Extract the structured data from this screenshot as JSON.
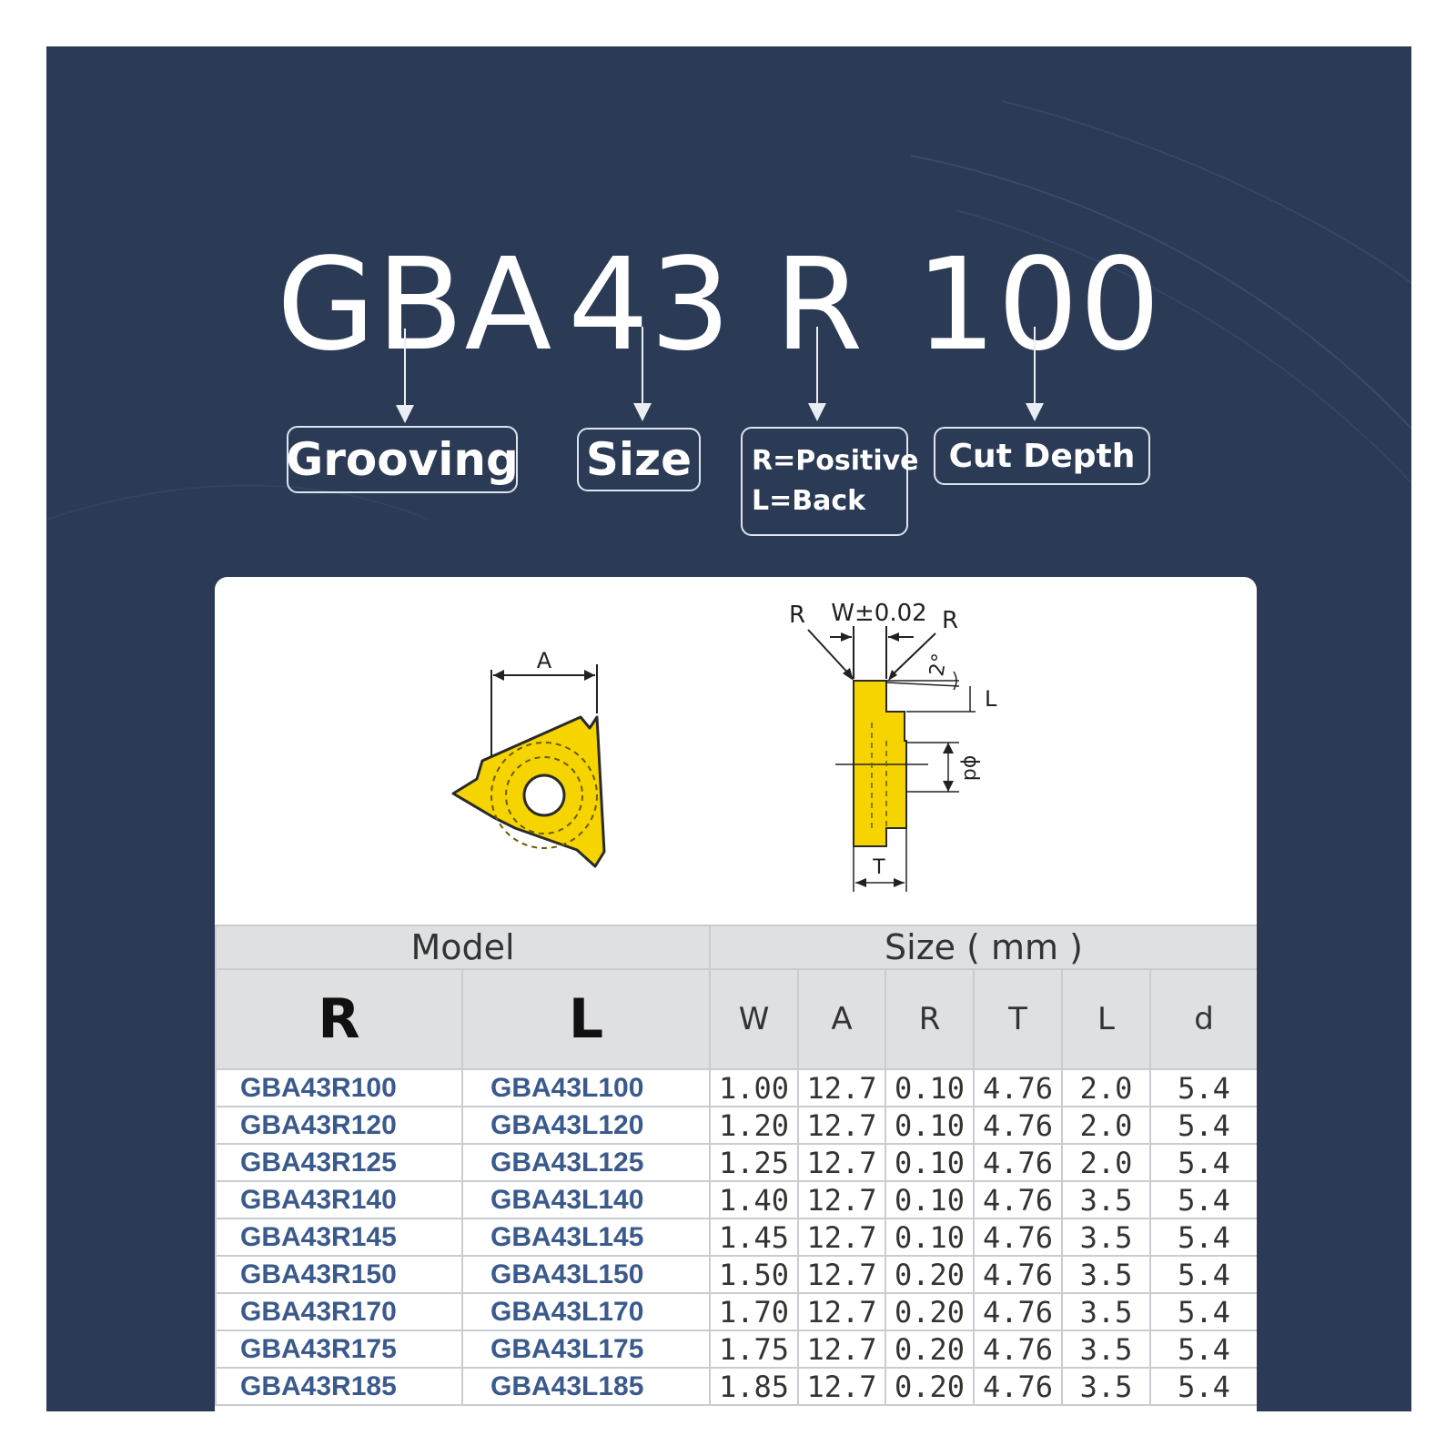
{
  "code": {
    "parts": [
      "GBA",
      "43",
      "R",
      "100"
    ]
  },
  "labels": {
    "grooving": "Grooving",
    "size": "Size",
    "direction_line1": "R=Positive",
    "direction_line2": "L=Back",
    "cut_depth": "Cut Depth"
  },
  "diagram": {
    "insert_dim_a": "A",
    "side_r_left": "R",
    "side_w": "W±0.02",
    "side_r_right": "R",
    "side_angle": "2°",
    "side_l": "L",
    "side_d": "ϕd",
    "side_t": "T"
  },
  "colors": {
    "background": "#2b3a55",
    "insert_yellow": "#f5d400",
    "model_text": "#3a5a8c",
    "table_header": "#dfe0e2"
  },
  "table": {
    "group_headers": [
      "Model",
      "Size ( mm )"
    ],
    "model_headers": [
      "R",
      "L"
    ],
    "size_headers": [
      "W",
      "A",
      "R",
      "T",
      "L",
      "d"
    ],
    "rows": [
      {
        "r": "GBA43R100",
        "l": "GBA43L100",
        "w": "1.00",
        "a": "12.7",
        "rr": "0.10",
        "t": "4.76",
        "ll": "2.0",
        "d": "5.4"
      },
      {
        "r": "GBA43R120",
        "l": "GBA43L120",
        "w": "1.20",
        "a": "12.7",
        "rr": "0.10",
        "t": "4.76",
        "ll": "2.0",
        "d": "5.4"
      },
      {
        "r": "GBA43R125",
        "l": "GBA43L125",
        "w": "1.25",
        "a": "12.7",
        "rr": "0.10",
        "t": "4.76",
        "ll": "2.0",
        "d": "5.4"
      },
      {
        "r": "GBA43R140",
        "l": "GBA43L140",
        "w": "1.40",
        "a": "12.7",
        "rr": "0.10",
        "t": "4.76",
        "ll": "3.5",
        "d": "5.4"
      },
      {
        "r": "GBA43R145",
        "l": "GBA43L145",
        "w": "1.45",
        "a": "12.7",
        "rr": "0.10",
        "t": "4.76",
        "ll": "3.5",
        "d": "5.4"
      },
      {
        "r": "GBA43R150",
        "l": "GBA43L150",
        "w": "1.50",
        "a": "12.7",
        "rr": "0.20",
        "t": "4.76",
        "ll": "3.5",
        "d": "5.4"
      },
      {
        "r": "GBA43R170",
        "l": "GBA43L170",
        "w": "1.70",
        "a": "12.7",
        "rr": "0.20",
        "t": "4.76",
        "ll": "3.5",
        "d": "5.4"
      },
      {
        "r": "GBA43R175",
        "l": "GBA43L175",
        "w": "1.75",
        "a": "12.7",
        "rr": "0.20",
        "t": "4.76",
        "ll": "3.5",
        "d": "5.4"
      },
      {
        "r": "GBA43R185",
        "l": "GBA43L185",
        "w": "1.85",
        "a": "12.7",
        "rr": "0.20",
        "t": "4.76",
        "ll": "3.5",
        "d": "5.4"
      }
    ]
  }
}
